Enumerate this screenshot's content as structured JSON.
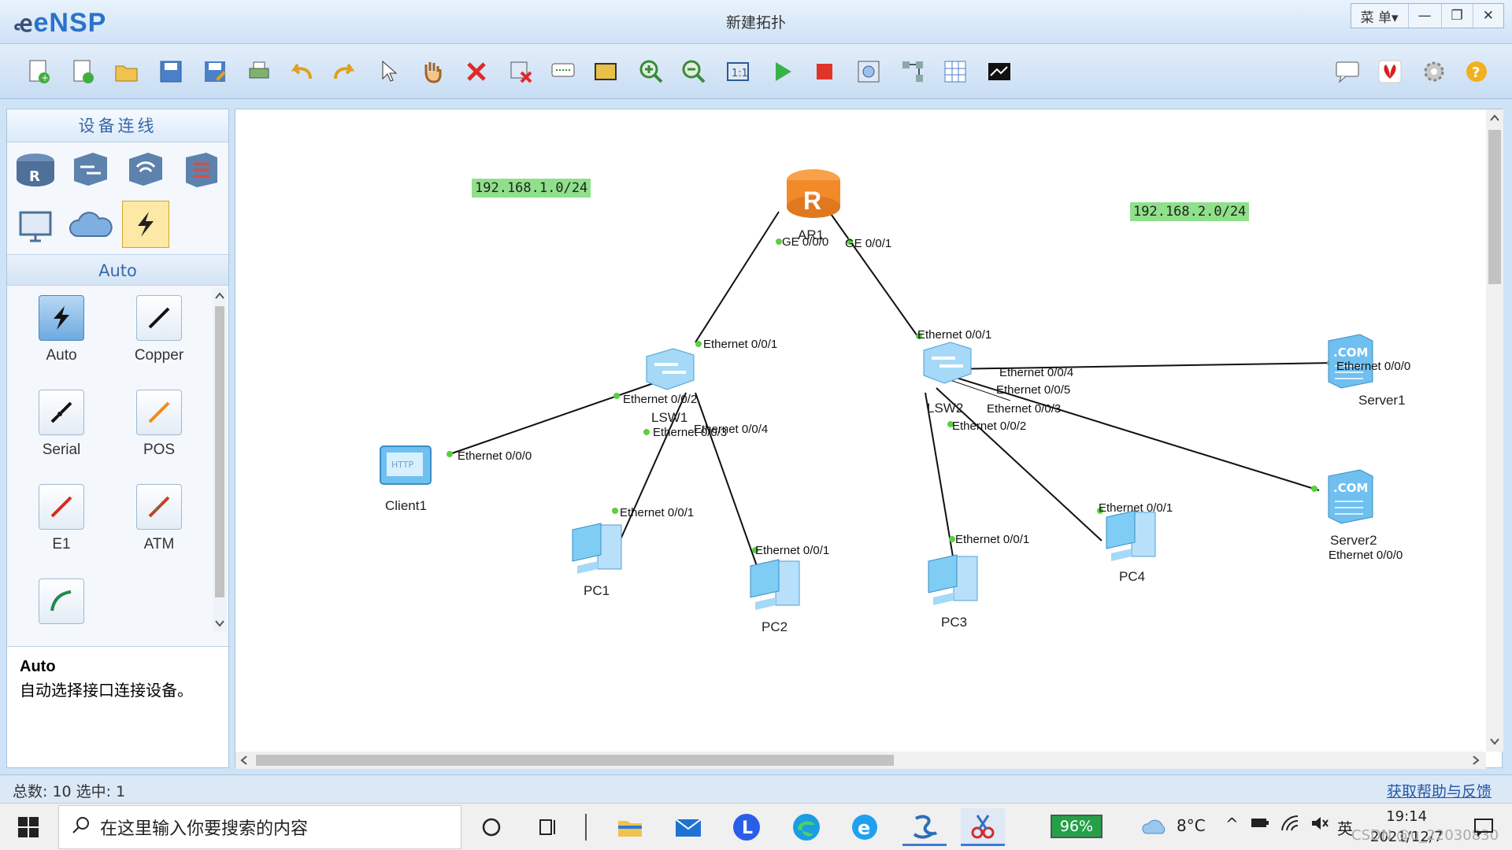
{
  "titlebar": {
    "logo": "eNSP",
    "title": "新建拓扑",
    "menu_label": "菜 单▾",
    "minimize": "—",
    "restore": "❐",
    "close": "✕"
  },
  "toolbar": {
    "icons": [
      "new-topology-icon",
      "new-example-icon",
      "open-icon",
      "save-icon",
      "save-as-icon",
      "print-icon",
      "undo-icon",
      "redo-icon",
      "select-icon",
      "hand-icon",
      "delete-icon",
      "delete-link-icon",
      "text-icon",
      "rectangle-icon",
      "zoom-in-icon",
      "zoom-out-icon",
      "fit-icon",
      "start-icon",
      "stop-icon",
      "capture-icon",
      "topology-icon",
      "grid-icon",
      "console-icon",
      "chat-icon",
      "huawei-icon",
      "settings-icon",
      "help-icon"
    ]
  },
  "left_panel": {
    "title": "设备连线",
    "category": "Auto",
    "cables": [
      {
        "label": "Auto",
        "icon": "auto-cable-icon",
        "color": "#111111"
      },
      {
        "label": "Copper",
        "icon": "copper-cable-icon",
        "color": "#111111"
      },
      {
        "label": "Serial",
        "icon": "serial-cable-icon",
        "color": "#111111"
      },
      {
        "label": "POS",
        "icon": "pos-cable-icon",
        "color": "#f08a1c"
      },
      {
        "label": "E1",
        "icon": "e1-cable-icon",
        "color": "#d92b1c"
      },
      {
        "label": "ATM",
        "icon": "atm-cable-icon",
        "color": "#c9401f"
      },
      {
        "label": "",
        "icon": "ctl-cable-icon",
        "color": "#1f8b4c"
      }
    ],
    "description": {
      "title": "Auto",
      "text": "自动选择接口连接设备。"
    }
  },
  "canvas": {
    "networks": [
      "192.168.1.0/24",
      "192.168.2.0/24"
    ],
    "devices": {
      "ar1": "AR1",
      "lsw1": "LSW1",
      "lsw2": "LSW2",
      "client1": "Client1",
      "pc1": "PC1",
      "pc2": "PC2",
      "pc3": "PC3",
      "pc4": "PC4",
      "server1": "Server1",
      "server2": "Server2"
    },
    "ports": {
      "ar1_ge0": "GE 0/0/0",
      "ar1_ge1": "GE 0/0/1",
      "lsw1_e1": "Ethernet 0/0/1",
      "lsw1_e2": "Ethernet 0/0/2",
      "lsw1_e3": "Ethernet 0/0/3",
      "lsw1_e4": "Ethernet 0/0/4",
      "client1_e0": "Ethernet 0/0/0",
      "pc1_e1": "Ethernet 0/0/1",
      "pc2_e1": "Ethernet 0/0/1",
      "lsw2_e1": "Ethernet 0/0/1",
      "lsw2_e2": "Ethernet 0/0/2",
      "lsw2_e3": "Ethernet 0/0/3",
      "lsw2_e4": "Ethernet 0/0/4",
      "lsw2_e5": "Ethernet 0/0/5",
      "server1_e0": "Ethernet 0/0/0",
      "server2_e0": "Ethernet 0/0/0",
      "pc3_e1": "Ethernet 0/0/1",
      "pc4_e1": "Ethernet 0/0/1"
    }
  },
  "statusbar": {
    "left": "总数: 10  选中: 1",
    "right": "获取帮助与反馈"
  },
  "taskbar": {
    "search_placeholder": "在这里输入你要搜索的内容",
    "battery": "96%",
    "weather": "8°C",
    "ime": "英",
    "time": "19:14",
    "date": "2021/12/7",
    "watermark": "CSDN @u_22030830"
  },
  "colors": {
    "accent": "#2a73c9",
    "link_green": "#5ccf3c",
    "network_label_bg": "#8fe08a"
  }
}
